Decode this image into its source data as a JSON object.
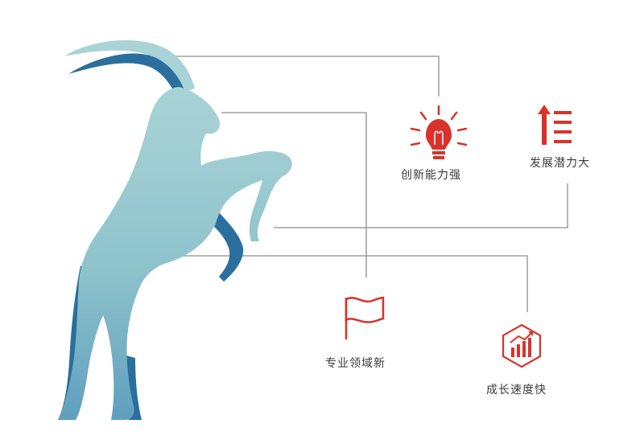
{
  "colors": {
    "goat_light": "#9cc8cf",
    "goat_dark": "#2a6f9e",
    "accent": "#d9322a",
    "line": "#8e8e8e",
    "text": "#3a3a3a"
  },
  "features": [
    {
      "label": "创新能力强",
      "icon": "lightbulb-icon"
    },
    {
      "label": "发展潜力大",
      "icon": "up-arrow-bars-icon"
    },
    {
      "label": "专业领域新",
      "icon": "flag-icon"
    },
    {
      "label": "成长速度快",
      "icon": "growth-chart-icon"
    }
  ]
}
